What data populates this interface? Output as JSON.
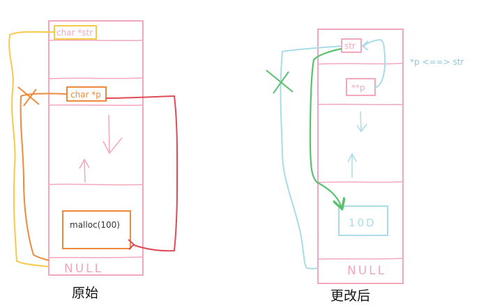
{
  "left": {
    "labels": {
      "char_str": "char *str",
      "char_p": "char *p",
      "malloc": "malloc(100)",
      "null": "NULL"
    },
    "caption": "原始"
  },
  "right": {
    "labels": {
      "str": "str",
      "pp": "**p",
      "heap": "10D",
      "null": "NULL",
      "alias_note": "*p <==> str"
    },
    "caption": "更改后"
  },
  "colors": {
    "memory_frame": "#f2a7bd",
    "str_pointer": "#f7c948",
    "p_pointer": "#ef8a3c",
    "malloc_link": "#df4b55",
    "right_pointer": "#a9dbe9",
    "right_text": "#8cc9dc",
    "new_link": "#59c06e"
  }
}
